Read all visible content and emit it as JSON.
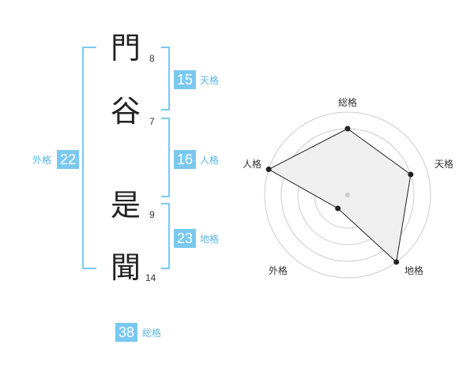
{
  "name_chars": [
    {
      "char": "門",
      "strokes": "8"
    },
    {
      "char": "谷",
      "strokes": "7"
    },
    {
      "char": "是",
      "strokes": "9"
    },
    {
      "char": "聞",
      "strokes": "14"
    }
  ],
  "fortunes": {
    "tenkaku": {
      "value": "15",
      "label": "天格"
    },
    "jinkaku": {
      "value": "16",
      "label": "人格"
    },
    "chikaku": {
      "value": "23",
      "label": "地格"
    },
    "gaikaku": {
      "value": "22",
      "label": "外格"
    },
    "soukaku": {
      "value": "38",
      "label": "総格"
    }
  },
  "radar": {
    "axes": [
      "総格",
      "天格",
      "地格",
      "外格",
      "人格"
    ],
    "levels": 5,
    "values": [
      0.8,
      0.8,
      1.0,
      0.2,
      1.0
    ]
  },
  "colors": {
    "accent": "#7ac8f0",
    "label": "#5bb4e6",
    "grid": "#cccccc",
    "fill": "#efefef",
    "line": "#222222"
  }
}
